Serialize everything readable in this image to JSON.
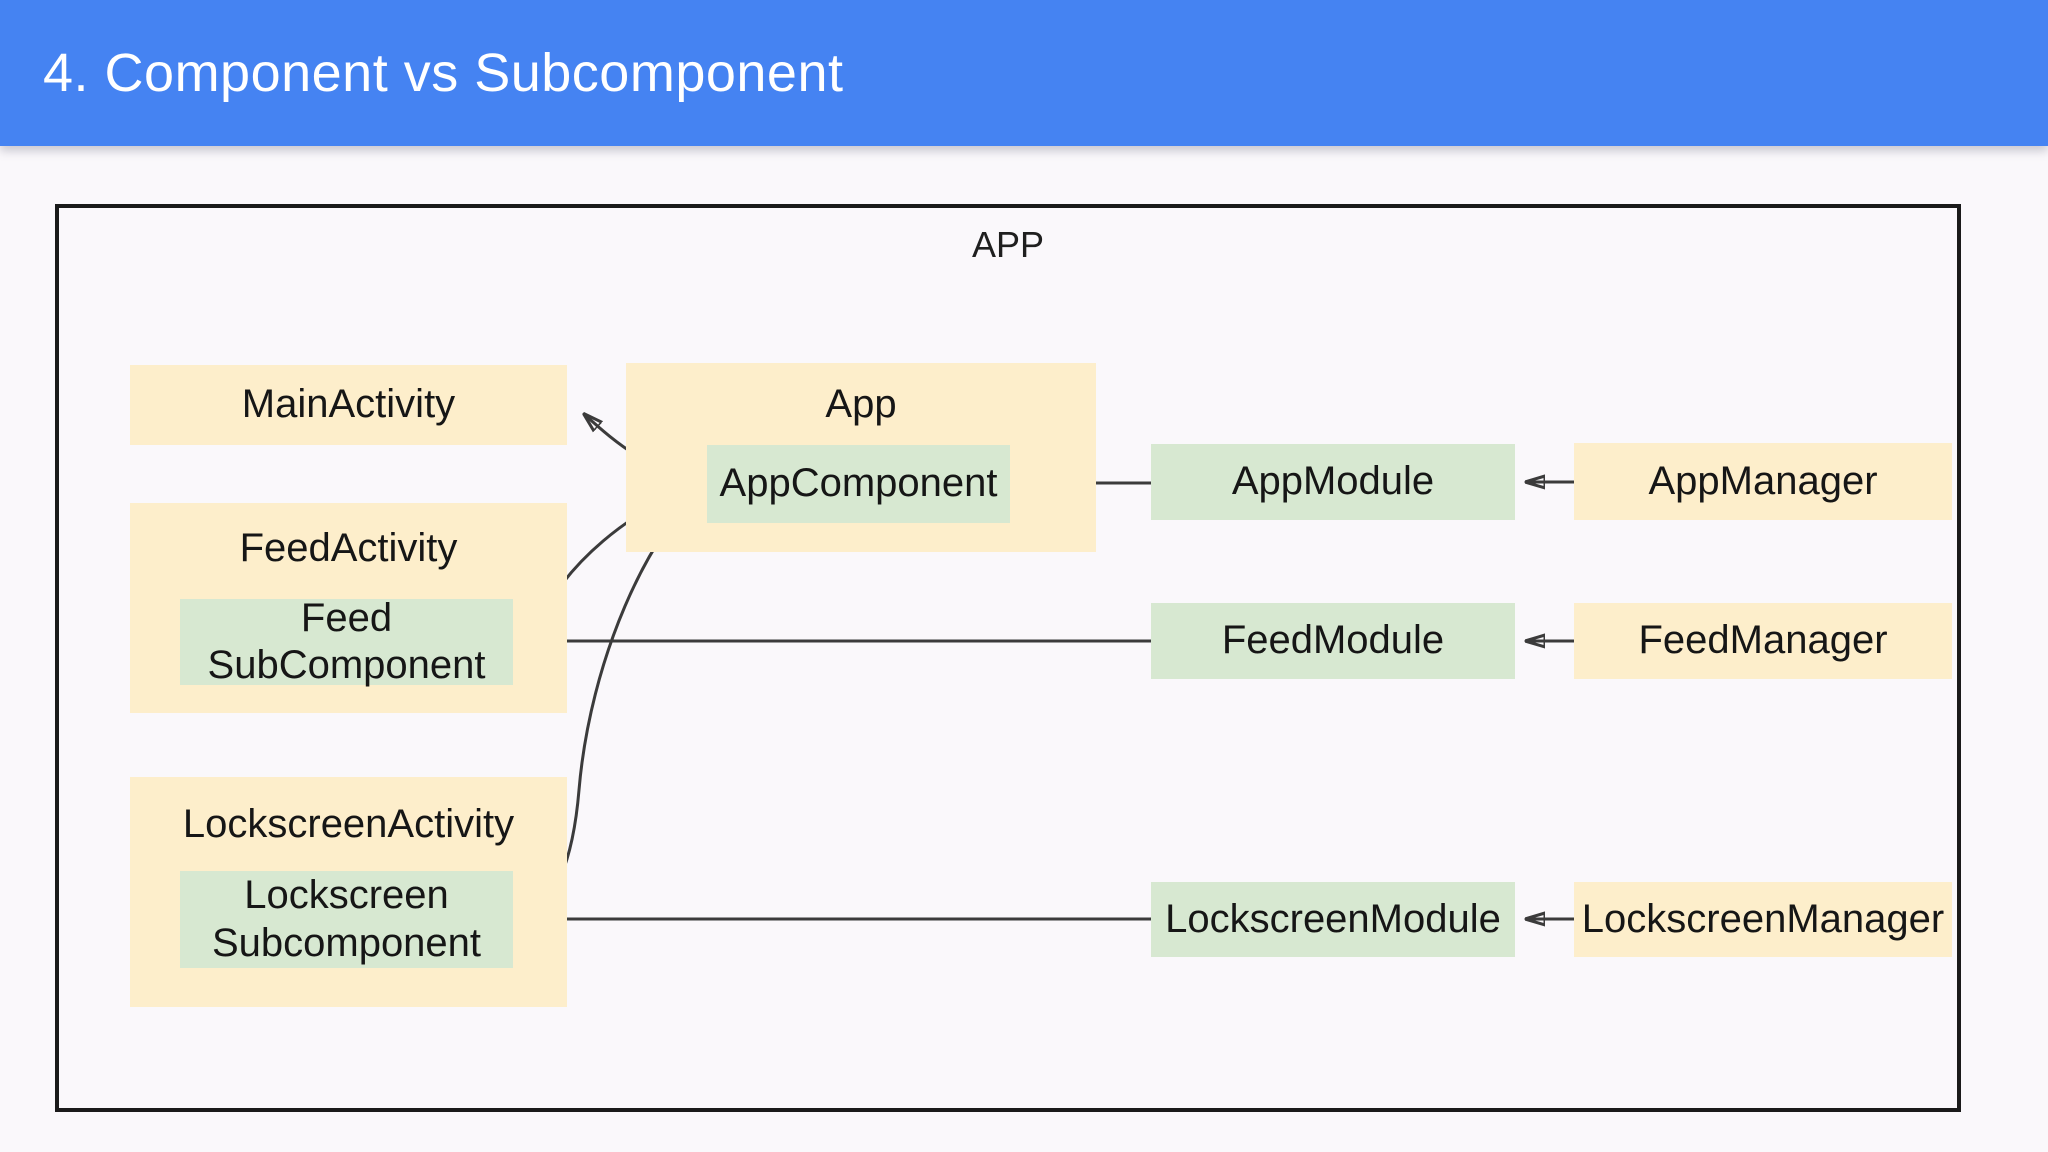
{
  "header": {
    "title": "4. Component vs Subcomponent"
  },
  "diagram": {
    "container_label": "APP",
    "nodes": {
      "main_activity": {
        "label": "MainActivity"
      },
      "feed_activity": {
        "label": "FeedActivity"
      },
      "feed_subcomponent": {
        "line1": "Feed",
        "line2": "SubComponent"
      },
      "lockscreen_activity": {
        "label": "LockscreenActivity"
      },
      "lockscreen_subcomponent": {
        "line1": "Lockscreen",
        "line2": "Subcomponent"
      },
      "app": {
        "label": "App"
      },
      "app_component": {
        "label": "AppComponent"
      },
      "app_module": {
        "label": "AppModule"
      },
      "app_manager": {
        "label": "AppManager"
      },
      "feed_module": {
        "label": "FeedModule"
      },
      "feed_manager": {
        "label": "FeedManager"
      },
      "lockscreen_module": {
        "label": "LockscreenModule"
      },
      "lockscreen_manager": {
        "label": "LockscreenManager"
      }
    },
    "edges": [
      {
        "from": "AppComponent",
        "to": "MainActivity"
      },
      {
        "from": "AppComponent",
        "to": "Feed SubComponent"
      },
      {
        "from": "AppComponent",
        "to": "Lockscreen Subcomponent"
      },
      {
        "from": "AppModule",
        "to": "AppComponent"
      },
      {
        "from": "FeedModule",
        "to": "Feed SubComponent"
      },
      {
        "from": "LockscreenModule",
        "to": "Lockscreen Subcomponent"
      },
      {
        "from": "AppManager",
        "to": "AppModule"
      },
      {
        "from": "FeedManager",
        "to": "FeedModule"
      },
      {
        "from": "LockscreenManager",
        "to": "LockscreenModule"
      }
    ],
    "colors": {
      "header_blue": "#4583f2",
      "box_yellow": "#fdeecb",
      "box_green": "#d7e8d1",
      "edge_line": "#3b3b3b",
      "container_border": "#1a1a1a",
      "background": "#faf8fb"
    }
  }
}
